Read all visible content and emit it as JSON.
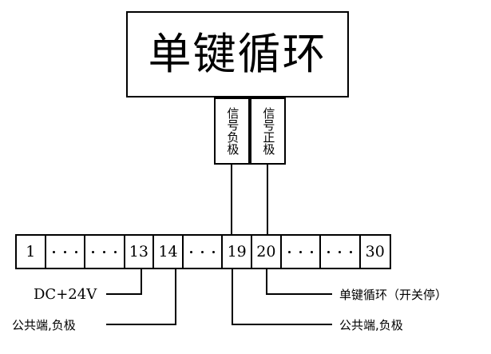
{
  "diagram": {
    "title_box": {
      "label": "单键循环"
    },
    "signal_boxes": [
      {
        "name": "signal-negative",
        "label": "信号负极"
      },
      {
        "name": "signal-positive",
        "label": "信号正极"
      }
    ],
    "terminal_strip": {
      "cells": [
        {
          "type": "number",
          "label": "1"
        },
        {
          "type": "dots",
          "label": ""
        },
        {
          "type": "dots",
          "label": ""
        },
        {
          "type": "number",
          "label": "13"
        },
        {
          "type": "number",
          "label": "14"
        },
        {
          "type": "dots",
          "label": ""
        },
        {
          "type": "number",
          "label": "19"
        },
        {
          "type": "number",
          "label": "20"
        },
        {
          "type": "dots",
          "label": ""
        },
        {
          "type": "dots",
          "label": ""
        },
        {
          "type": "number",
          "label": "30"
        }
      ]
    },
    "annotations": [
      {
        "name": "dc-supply",
        "label": "DC+24V",
        "terminal": "13"
      },
      {
        "name": "common-negative-left",
        "label": "公共端,负极",
        "terminal": "14"
      },
      {
        "name": "single-key-cycle",
        "label": "单键循环（开关停）",
        "terminal": "20"
      },
      {
        "name": "common-negative-right",
        "label": "公共端,负极",
        "terminal": "19"
      }
    ]
  },
  "colors": {
    "line": "#000000",
    "background": "#ffffff"
  }
}
